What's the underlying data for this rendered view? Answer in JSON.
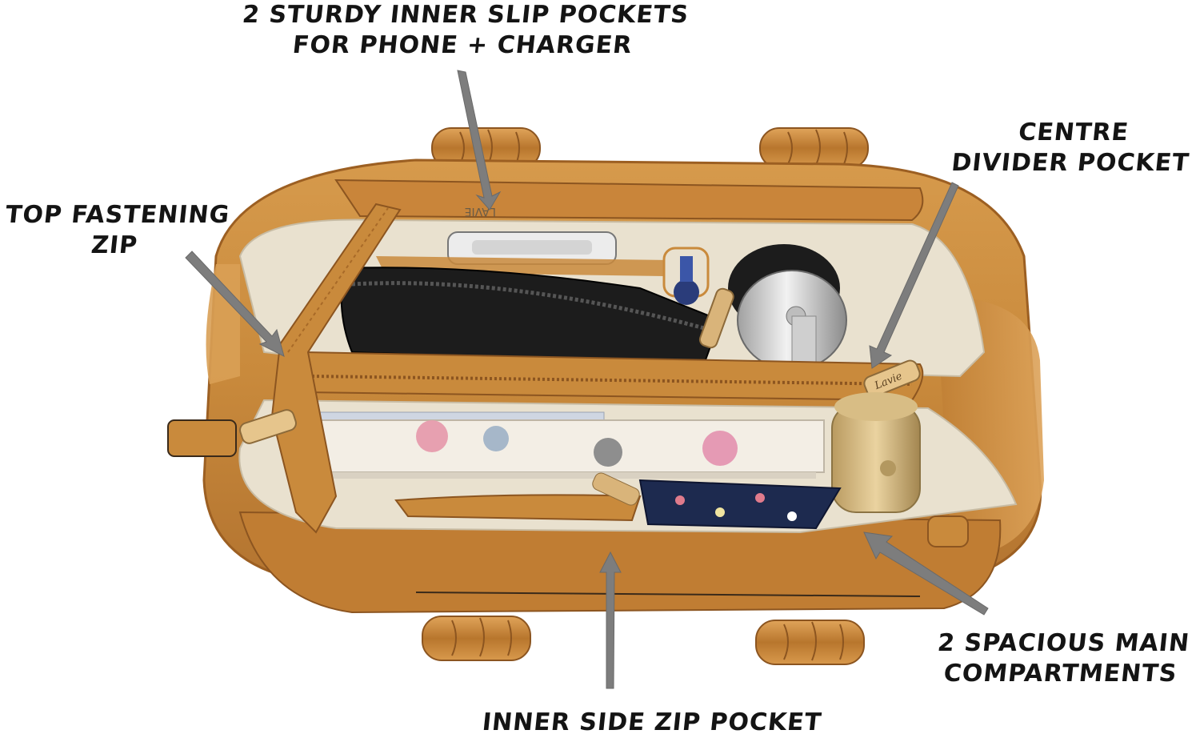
{
  "callouts": {
    "slip_pockets": {
      "line1": "2 STURDY INNER SLIP POCKETS",
      "line2": "FOR PHONE + CHARGER"
    },
    "top_zip": {
      "line1": "TOP FASTENING",
      "line2": "ZIP"
    },
    "centre_divider": {
      "line1": "CENTRE",
      "line2": "DIVIDER POCKET"
    },
    "main_compartments": {
      "line1": "2 SPACIOUS MAIN",
      "line2": "COMPARTMENTS"
    },
    "side_zip": {
      "line1": "INNER SIDE ZIP POCKET"
    }
  },
  "brand_marks": {
    "lining_text": "LAVIE",
    "zip_puller_text": "Lavie"
  },
  "colors": {
    "bag_leather": "#c98a3c",
    "bag_leather_dark": "#9c5f22",
    "lining": "#e9e1cf",
    "arrow": "#7d7d7d",
    "text": "#141414"
  },
  "icons": {
    "arrow": "arrow-pointer-icon"
  }
}
